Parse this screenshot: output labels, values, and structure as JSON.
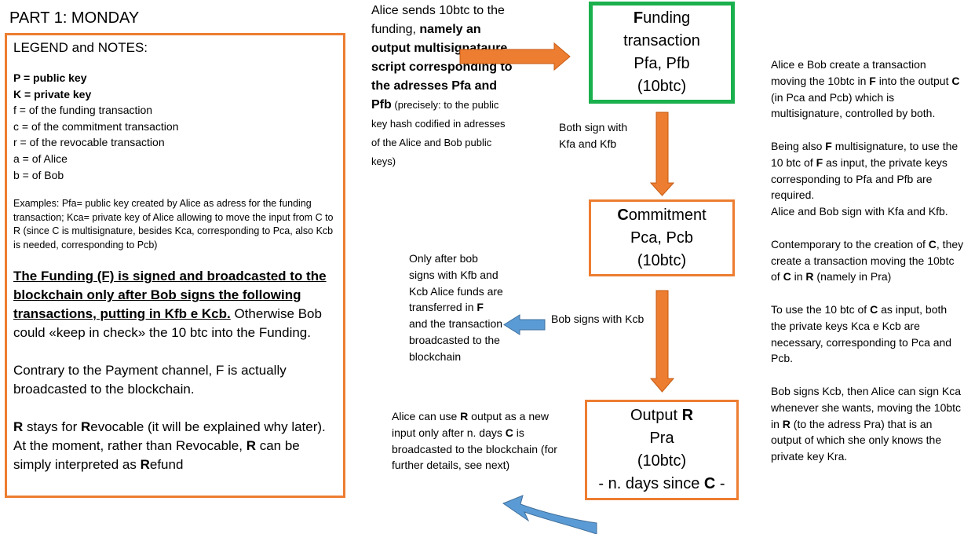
{
  "page_title": "PART 1: MONDAY",
  "legend": {
    "title": "LEGEND and NOTES:",
    "definitions": [
      "P = public key",
      "K = private key",
      "f = of the funding transaction",
      "c = of the commitment transaction",
      "r = of the revocable transaction",
      "a = of Alice",
      "b = of Bob"
    ],
    "example": "Examples: Pfa= public key created by Alice as adress for the funding transaction; Kca= private key of Alice allowing to move the input from C to  R (since C is multisignature, besides Kca, corresponding to Pca, also Kcb is needed, corresponding to Pcb)",
    "funding_note_bold": "The Funding (F) is signed and broadcasted to the blockchain only after Bob signs the following transactions, putting in Kfb e Kcb.",
    "funding_note_rest": " Otherwise Bob could «keep in check»  the 10 btc into the Funding.",
    "contrary_note": "Contrary to the Payment channel, F is actually broadcasted to the blockchain.",
    "r_note": {
      "p1": "R",
      "p2": " stays for ",
      "p3": "R",
      "p4": "evocable (it will be explained why later). At the moment, rather than Revocable, ",
      "p5": "R",
      "p6": " can be simply interpreted as ",
      "p7": "R",
      "p8": "efund"
    }
  },
  "alice_sends": {
    "plain": "Alice sends 10btc to the funding,",
    "bold": "namely an output multisignataure script corresponding to the adresses Pfa and Pfb",
    "small": " (precisely: to the public key hash codified in adresses of the Alice and Bob public keys)"
  },
  "funding_box": {
    "f": "F",
    "title_rest": "unding",
    "line2": "transaction",
    "line3": "Pfa, Pfb",
    "line4": "(10btc)"
  },
  "commitment_box": {
    "c": "C",
    "title_rest": "ommitment",
    "line2": "Pca, Pcb",
    "line3": "(10btc)"
  },
  "output_box": {
    "title": "Output ",
    "r": "R",
    "line2": "Pra",
    "line3": "(10btc)",
    "line4_a": "- n. days since ",
    "line4_c": "C",
    "line4_b": " -"
  },
  "both_sign": "Both sign with Kfa and Kfb",
  "bob_signs": "Bob signs with Kcb",
  "only_after": {
    "a": "Only after bob signs with Kfb and Kcb Alice funds are transferred in ",
    "f": "F",
    "b": " and the transaction broadcasted to the blockchain"
  },
  "alice_can_use": {
    "a": "Alice can use ",
    "r": "R",
    "b": " output as a new input only after n. days ",
    "c": "C",
    "d": " is broadcasted to the blockchain (for further details, see next)"
  },
  "right_col": {
    "p1": {
      "a": "Alice e Bob create  a transaction moving the 10btc in ",
      "f": "F",
      "b": " into the output ",
      "c": "C",
      "d": " (in Pca and Pcb) which is multisignature, controlled by both."
    },
    "p2": {
      "a": "Being also ",
      "f1": "F",
      "b": " multisignature, to use the 10 btc of ",
      "f2": "F",
      "c": " as input, the private keys corresponding to Pfa and Pfb are required.",
      "d": "Alice and Bob sign with Kfa and Kfb."
    },
    "p3": {
      "a": "Contemporary to the creation of ",
      "c1": "C",
      "b": ", they create  a transaction moving the 10btc of  ",
      "c2": "C",
      "c": "  in ",
      "r": "R",
      "d": " (namely in Pra)"
    },
    "p4": {
      "a": "To use the 10 btc of ",
      "c": "C",
      "b": " as input, both the private keys Kca e Kcb are necessary,  corresponding to Pca and Pcb."
    },
    "p5": {
      "a": "Bob signs Kcb, then Alice can sign Kca whenever she wants, moving the 10btc in ",
      "r": "R",
      "b": " (to the adress Pra) that is an output of which she only knows the private key Kra."
    }
  },
  "colors": {
    "orange": "#ed7d31",
    "green": "#1ab04d",
    "blue": "#5b9bd5"
  }
}
